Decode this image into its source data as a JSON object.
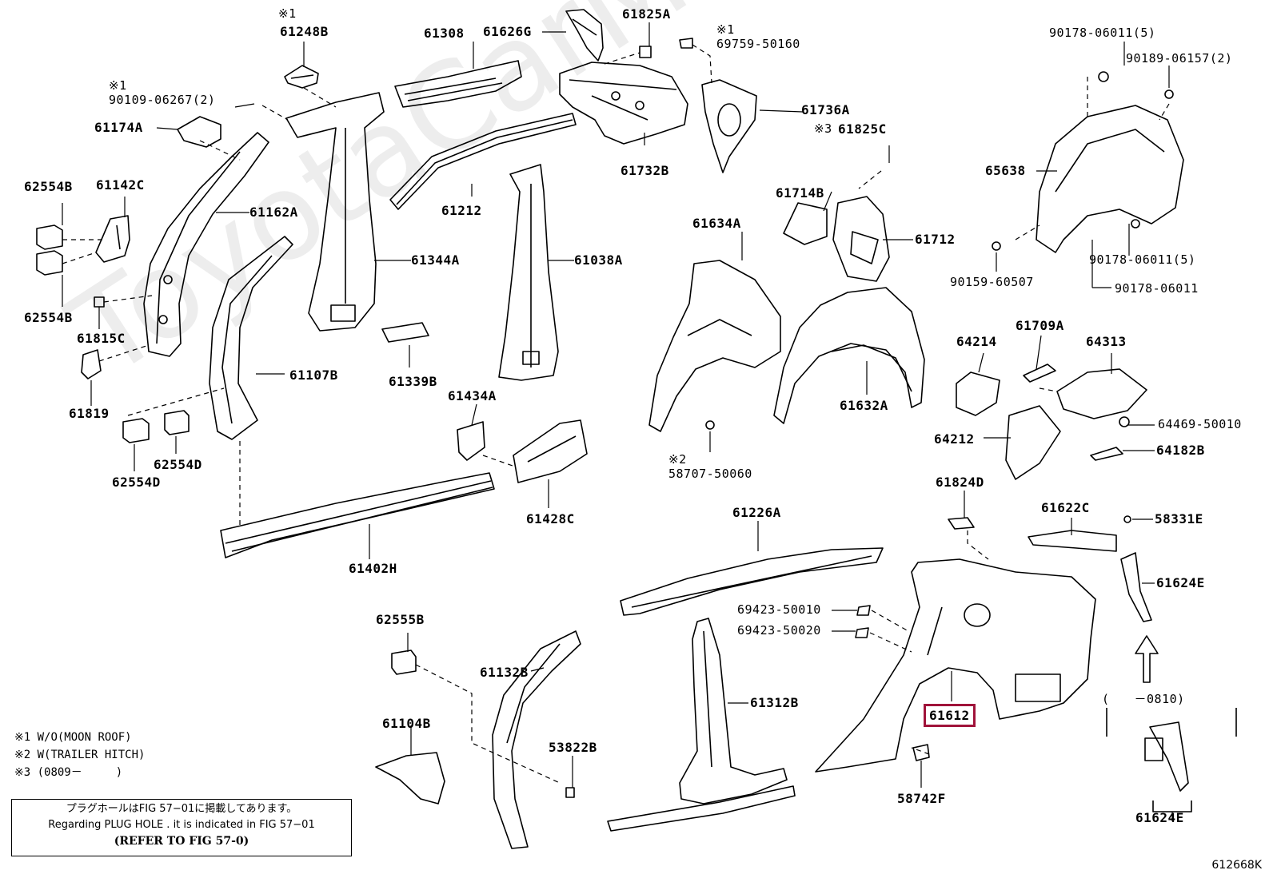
{
  "watermark": "ToyotaCarMine.ru",
  "labels": {
    "p61248B": "61248B",
    "p61308": "61308",
    "p61626G": "61626G",
    "p61825A": "61825A",
    "p69759": "69759-50160",
    "p90178a": "90178-06011(5)",
    "p90189": "90189-06157(2)",
    "p90109": "90109-06267(2)",
    "p61174A": "61174A",
    "p61732B": "61732B",
    "p61736A": "61736A",
    "p61825C": "61825C",
    "p65638": "65638",
    "p62554B_1": "62554B",
    "p61142C": "61142C",
    "p61162A": "61162A",
    "p61212": "61212",
    "p61714B": "61714B",
    "p61712": "61712",
    "p90159": "90159-60507",
    "p90178b": "90178-06011(5)",
    "p90178c": "90178-06011",
    "p61634A": "61634A",
    "p61344A": "61344A",
    "p61038A": "61038A",
    "p62554B_2": "62554B",
    "p61815C": "61815C",
    "p61709A": "61709A",
    "p64214": "64214",
    "p64313": "64313",
    "p61339B": "61339B",
    "p61107B": "61107B",
    "p61632A": "61632A",
    "p61434A": "61434A",
    "p61819": "61819",
    "p64469": "64469-50010",
    "p64212": "64212",
    "p64182B": "64182B",
    "p62554D_1": "62554D",
    "p62554D_2": "62554D",
    "p58707": "58707-50060",
    "p61824D": "61824D",
    "p61428C": "61428C",
    "p61622C": "61622C",
    "p58331E": "58331E",
    "p61226A": "61226A",
    "p61402H": "61402H",
    "p61624E_1": "61624E",
    "p69423a": "69423-50010",
    "p69423b": "69423-50020",
    "p62555B": "62555B",
    "p61132B": "61132B",
    "p61312B": "61312B",
    "p61612": "61612",
    "p61104B": "61104B",
    "p53822B": "53822B",
    "p58742F": "58742F",
    "p61624E_2": "61624E",
    "range": "(　　－0810)"
  },
  "marks": {
    "m1a": "※1",
    "m1b": "※1",
    "m1c": "※1",
    "m3": "※3",
    "m2": "※2"
  },
  "notes": {
    "n1": "※1 W/O(MOON ROOF)",
    "n2": "※2 W(TRAILER HITCH)",
    "n3": "※3 (0809－　　　)"
  },
  "refbox": {
    "jp": "プラグホールはFIG 57−01に掲載してあります。",
    "en": "Regarding  PLUG  HOLE . it is indicated in  FIG  57−01",
    "ref": "(REFER TO FIG 57-0)"
  },
  "figure_code": "612668K",
  "highlight_color": "#a0133a"
}
